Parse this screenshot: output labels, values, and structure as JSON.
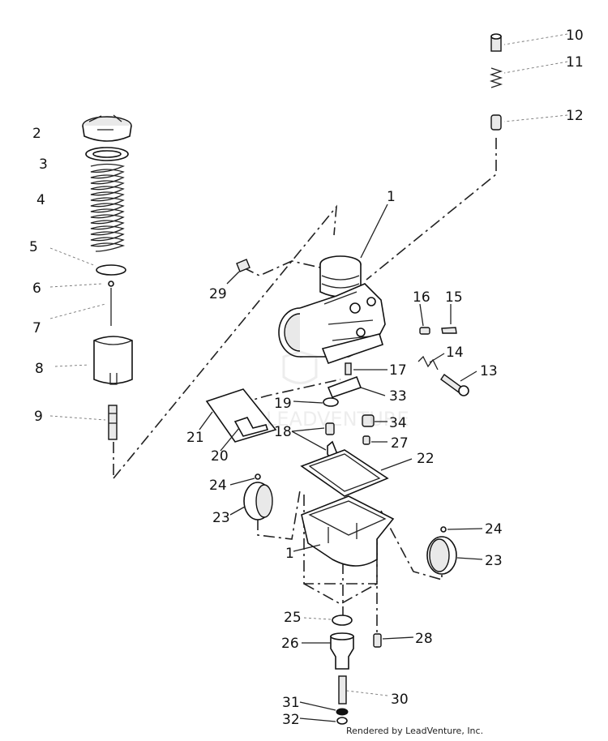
{
  "callouts": [
    "1",
    "2",
    "3",
    "4",
    "5",
    "6",
    "7",
    "8",
    "9",
    "10",
    "11",
    "12",
    "13",
    "14",
    "15",
    "16",
    "17",
    "18",
    "19",
    "20",
    "21",
    "22",
    "23",
    "24",
    "25",
    "26",
    "27",
    "28",
    "29",
    "30",
    "31",
    "32",
    "33",
    "34"
  ],
  "duplicate_labels": {
    "label_1_b": "1",
    "label_23_b": "23",
    "label_24_b": "24"
  },
  "credit": "Rendered by LeadVenture, Inc.",
  "watermark": {
    "text": "LEADVENTURE",
    "icon": "lv-shield-logo"
  }
}
